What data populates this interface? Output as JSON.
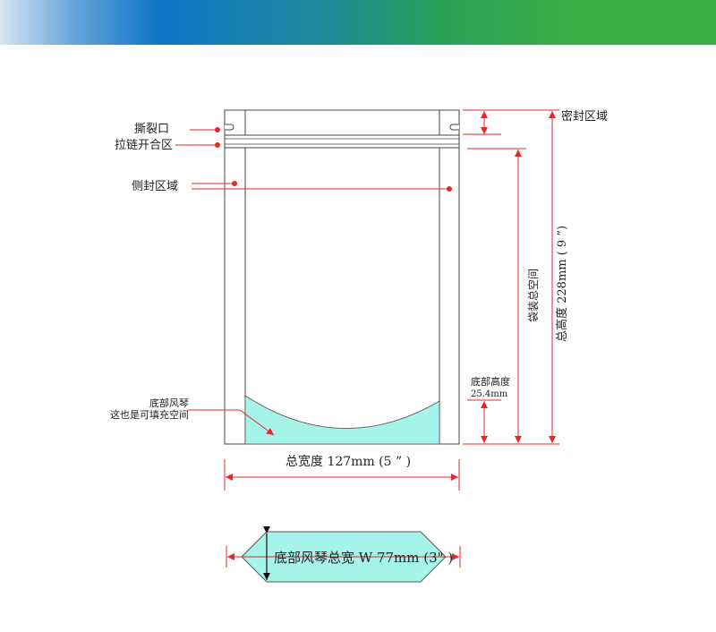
{
  "labels": {
    "tear_notch": "撕裂口",
    "zipper_area": "拉链开合区",
    "side_seal_area": "侧封区域",
    "top_seal_area": "密封区域",
    "bottom_gusset_line1": "底部风琴",
    "bottom_gusset_line2": "这也是可填充空间",
    "bottom_height_title": "底部高度",
    "bottom_height_value": "25.4mm",
    "fill_space": "袋装总空间",
    "total_height": "总高度  228mm ( 9 ”)",
    "total_width": "总宽度  127mm  (5 ” )",
    "gusset_width": "底部风琴总宽  W 77mm (3\" )"
  },
  "colors": {
    "pointer_red": "#e8262a",
    "gusset_fill": "#a6f3ea",
    "outline": "#333333"
  }
}
